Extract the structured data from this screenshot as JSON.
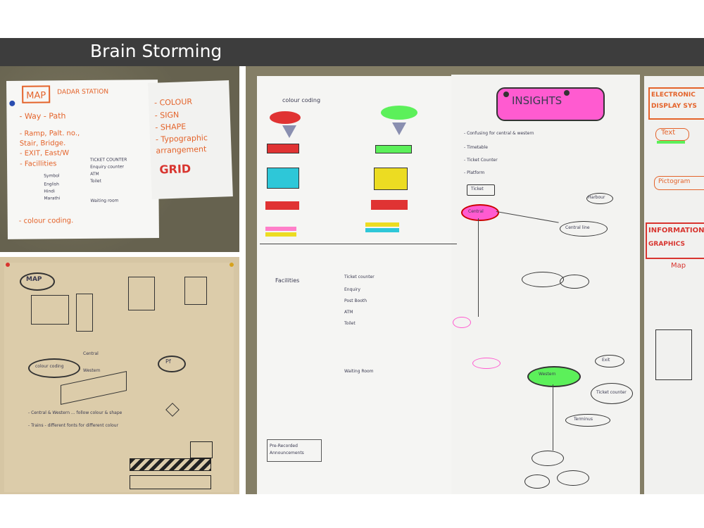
{
  "page": {
    "title": "Brain Storming"
  },
  "sheet1": {
    "map_label": "MAP",
    "station": "DADAR STATION",
    "items": [
      "- Way - Path",
      "- Ramp, Palt. no.,",
      "  Stair, Bridge.",
      "- EXIT, East/W",
      "- Facillities"
    ],
    "facilities_notes": [
      "TICKET COUNTER",
      "Enquiry counter",
      "ATM",
      "Toilet",
      "Waiting room"
    ],
    "language_notes": [
      "Symbol",
      "English",
      "Hindi",
      "Marathi"
    ],
    "colour_coding": "- colour coding."
  },
  "sheet2": {
    "items": [
      "- COLOUR",
      "- SIGN",
      "- SHAPE",
      "- Typographic",
      "  arrangement"
    ],
    "grid": "GRID"
  },
  "sketch": {
    "labels": [
      "MAP",
      "colour coding",
      "Central",
      "Western",
      "Pf"
    ],
    "notes": [
      "- Central & Western ... follow colour & shape",
      "- Trains - different fonts for different colour"
    ]
  },
  "chart": {
    "header": "colour coding",
    "facilities_label": "Facilities",
    "facilities_items": [
      "Ticket counter",
      "Enquiry",
      "Post Booth",
      "ATM",
      "Toilet",
      "Waiting Room"
    ],
    "insights_title": "INSIGHTS",
    "insight_lines": [
      "- Confusing for central & western",
      "- Timetable",
      "- Ticket Counter",
      "- Platform"
    ],
    "nodes": [
      "Ticket",
      "Central",
      "Western",
      "Terminus",
      "Exit",
      "Ticket counter",
      "Central line",
      "Harbour"
    ],
    "bottom_notes": [
      "Pre-Recorded",
      "Announcements"
    ]
  },
  "edge_sheet": {
    "items": [
      "ELECTRONIC",
      "DISPLAY SYS",
      "Text",
      "Pictogram",
      "INFORMATION",
      "GRAPHICS",
      "Map"
    ]
  },
  "colors": {
    "title_bar": "#3d3d3d",
    "marker_orange": "#e4632a",
    "marker_pink": "#ff5bd0",
    "marker_green": "#5cf05a",
    "marker_red": "#e03333",
    "marker_cyan": "#2ec7d8",
    "marker_yellow": "#ecdc22"
  }
}
